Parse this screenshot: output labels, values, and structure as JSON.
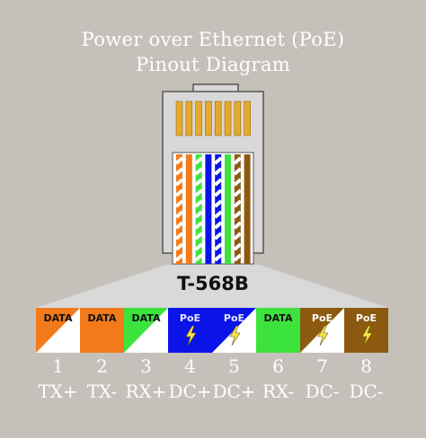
{
  "title_line1": "Power over Ethernet (PoE)",
  "title_line2": "Pinout Diagram",
  "standard": "T-568B",
  "colors": {
    "background": "#c6c0bb",
    "orange": "#f27a1a",
    "green": "#3de33d",
    "blue": "#0a14e8",
    "brown": "#8b5a10",
    "gold": "#e5a92c",
    "white": "#ffffff"
  },
  "pins": [
    {
      "number": "1",
      "signal": "TX+",
      "type": "DATA",
      "color": "orange",
      "striped": true
    },
    {
      "number": "2",
      "signal": "TX-",
      "type": "DATA",
      "color": "orange",
      "striped": false
    },
    {
      "number": "3",
      "signal": "RX+",
      "type": "DATA",
      "color": "green",
      "striped": true
    },
    {
      "number": "4",
      "signal": "DC+",
      "type": "PoE",
      "color": "blue",
      "striped": false
    },
    {
      "number": "5",
      "signal": "DC+",
      "type": "PoE",
      "color": "blue",
      "striped": true
    },
    {
      "number": "6",
      "signal": "RX-",
      "type": "DATA",
      "color": "green",
      "striped": false
    },
    {
      "number": "7",
      "signal": "DC-",
      "type": "PoE",
      "color": "brown",
      "striped": true
    },
    {
      "number": "8",
      "signal": "DC-",
      "type": "PoE",
      "color": "brown",
      "striped": false
    }
  ]
}
